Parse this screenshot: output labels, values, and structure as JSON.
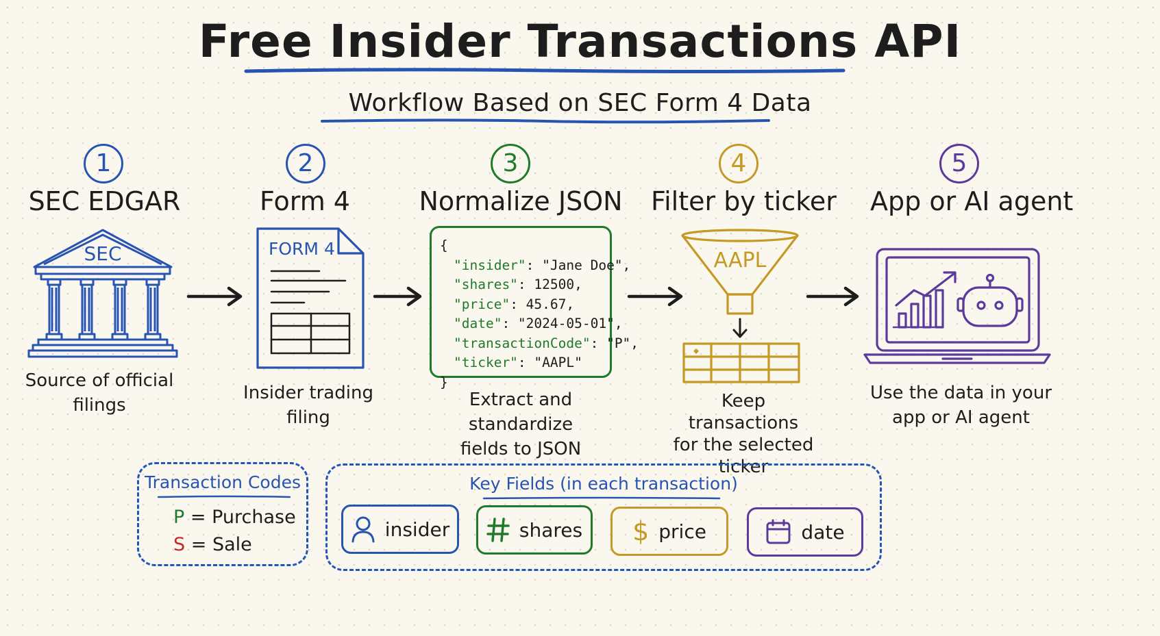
{
  "header": {
    "title": "Free Insider Transactions API",
    "subtitle": "Workflow Based on SEC Form 4 Data"
  },
  "colors": {
    "blue": "#2654b0",
    "green": "#1f7a2a",
    "gold": "#c49a24",
    "purple": "#5a3a9a",
    "red": "#c62828"
  },
  "steps": [
    {
      "number": "1",
      "title": "SEC EDGAR",
      "desc_line1": "Source of official",
      "desc_line2": "filings",
      "icon": "sec-building-icon",
      "icon_text": "SEC"
    },
    {
      "number": "2",
      "title": "Form 4",
      "desc_line1": "Insider trading",
      "desc_line2": "filing",
      "icon": "form-document-icon",
      "icon_text": "FORM 4"
    },
    {
      "number": "3",
      "title": "Normalize JSON",
      "desc_line1": "Extract and standardize",
      "desc_line2": "fields to JSON",
      "icon": "json-code-icon"
    },
    {
      "number": "4",
      "title": "Filter by ticker",
      "desc_line1": "Keep transactions",
      "desc_line2": "for the selected",
      "desc_line3": "ticker",
      "icon": "funnel-icon",
      "icon_text": "AAPL"
    },
    {
      "number": "5",
      "title": "App or AI agent",
      "desc_line1": "Use the data in your",
      "desc_line2": "app or AI agent",
      "icon": "laptop-robot-icon"
    }
  ],
  "json_sample": {
    "open": "{",
    "lines": [
      {
        "key": "\"insider\"",
        "rest": ": \"Jane Doe\","
      },
      {
        "key": "\"shares\"",
        "rest": ": 12500,"
      },
      {
        "key": "\"price\"",
        "rest": ": 45.67,"
      },
      {
        "key": "\"date\"",
        "rest": ": \"2024-05-01\","
      },
      {
        "key": "\"transactionCode\"",
        "rest": ": \"P\","
      },
      {
        "key": "\"ticker\"",
        "rest": ": \"AAPL\""
      }
    ],
    "close": "}"
  },
  "transaction_codes": {
    "title": "Transaction Codes",
    "items": [
      {
        "code": "P",
        "eq": "=",
        "label": "Purchase"
      },
      {
        "code": "S",
        "eq": "=",
        "label": "Sale"
      }
    ]
  },
  "key_fields": {
    "title": "Key Fields (in each transaction)",
    "items": [
      {
        "label": "insider",
        "icon": "person-icon"
      },
      {
        "label": "shares",
        "icon": "hash-icon"
      },
      {
        "label": "price",
        "icon": "dollar-icon"
      },
      {
        "label": "date",
        "icon": "calendar-icon"
      }
    ]
  }
}
